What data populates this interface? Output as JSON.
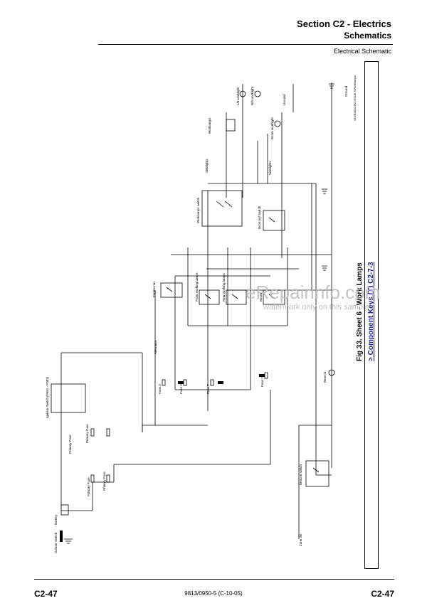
{
  "header": {
    "section_title": "Section C2 - Electrics",
    "section_subtitle": "Schematics",
    "doc_label": "Electrical Schematic"
  },
  "side_panel": {
    "figure_caption": "Fig 33. Sheet 6 - Work Lamps",
    "component_keys_link": "> Component Keys (T) C2-7-3",
    "drawing_code": "332/R4010.8/2 ISSUE 5/Worklamps"
  },
  "footer": {
    "page_left": "C2-47",
    "page_right": "C2-47",
    "doc_number": "9813/0950-5 (C-10-05)"
  },
  "watermark": {
    "main": "eRepairinfo.com",
    "sub": "watermark only on this sample"
  },
  "components": {
    "ground_top": "Ground",
    "lh_worklight": "L/h worklight",
    "rh_worklight": "R/h worklight",
    "ground_2": "Ground",
    "worklamps_relay": "Worklamps",
    "boom_worklight": "Boom worklight",
    "sidelights": "Sidelights",
    "sidelights_2": "Sidelights",
    "worklamps_switch": "Worklamps switch",
    "boom_light_switch": "Boom w/l switch",
    "engine_run": "Engine run",
    "front_worklamps": "Front working lamps",
    "rear_worklamps": "Rear working lamps",
    "boom_relay": "Boom",
    "alternator": "Alternator",
    "ignition_switch": "Ignition Switch (P081 - P082)",
    "primary_fuse_1": "Primary Fuse",
    "primary_fuse_2": "Primary Fuse",
    "primary_fuse_3": "Primary Fuse",
    "primary_fuse_4": "Primary Fuse",
    "fuse_block_1": "Fuse 3",
    "fuse_block_2": "Fuse 3",
    "fuse_block_3": "Fuse 2",
    "fuse_block_4": "Fuse 2",
    "battery": "Battery",
    "isolator_switch": "Isolator Switch",
    "boom_lamp": "Beacon",
    "beacon_switch": "Beacon switch",
    "zone_label": "Zone 3B"
  }
}
